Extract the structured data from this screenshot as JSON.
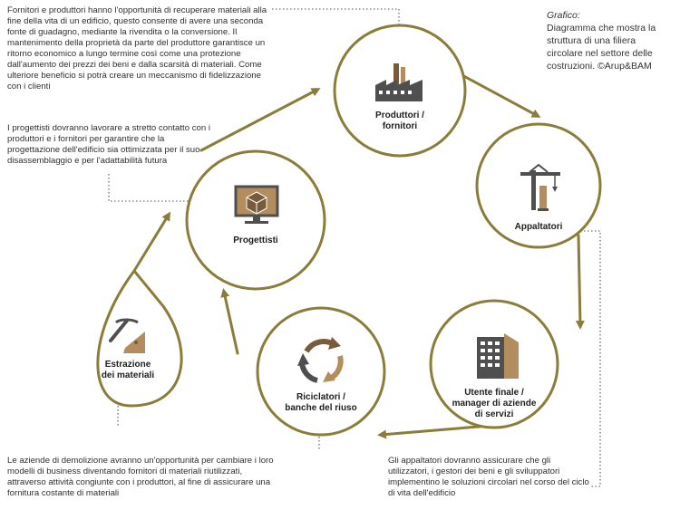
{
  "caption": {
    "label": "Grafico:",
    "text": "Diagramma che mostra la struttura di una filiera circolare nel settore delle costruzioni. ©Arup&BAM"
  },
  "nodes": {
    "produttori": {
      "line1": "Produttori /",
      "line2": "fornitori"
    },
    "appaltatori": {
      "line1": "Appaltatori"
    },
    "utente": {
      "line1": "Utente finale /",
      "line2": "manager di aziende",
      "line3": "di servizi"
    },
    "riciclatori": {
      "line1": "Riciclatori /",
      "line2": "banche del riuso"
    },
    "estrazione": {
      "line1": "Estrazione",
      "line2": "dei materiali"
    },
    "progettisti": {
      "line1": "Progettisti"
    }
  },
  "notes": {
    "produttori": "Fornitori e produttori hanno l'opportunità di recuperare materiali alla fine della vita di un edificio, questo consente di avere una seconda fonte di guadagno, mediante la rivendita o la conversione. Il mantenimento della proprietà da parte del produttore garantisce un ritorno economico a lungo termine così come una protezione dall'aumento dei prezzi dei beni e dalla scarsità di materiali. Come ulteriore beneficio si potrà creare un meccanismo di fidelizzazione con i clienti",
    "progettisti": "I progettisti dovranno lavorare a stretto contatto con i produttori e i fornitori per garantire che la progettazione dell'edificio sia ottimizzata per il suo disassemblaggio e per l'adattabilità futura",
    "demolizione": "Le aziende di demolizione avranno un'opportunità per cambiare i loro modelli di business diventando fornitori di materiali riutilizzati, attraverso attività congiunte con i produttori, al fine di assicurare una fornitura costante di materiali",
    "appaltatori": "Gli appaltatori dovranno assicurare che gli utilizzatori, i gestori dei beni e gli sviluppatori implementino le soluzioni circolari nel corso del ciclo di vita dell'edificio"
  },
  "colors": {
    "ring": "#8a7d3a",
    "icon_dark": "#4f4f4f",
    "icon_brown": "#7a5a3c",
    "icon_tan": "#b38d5e",
    "dots": "#555555"
  }
}
